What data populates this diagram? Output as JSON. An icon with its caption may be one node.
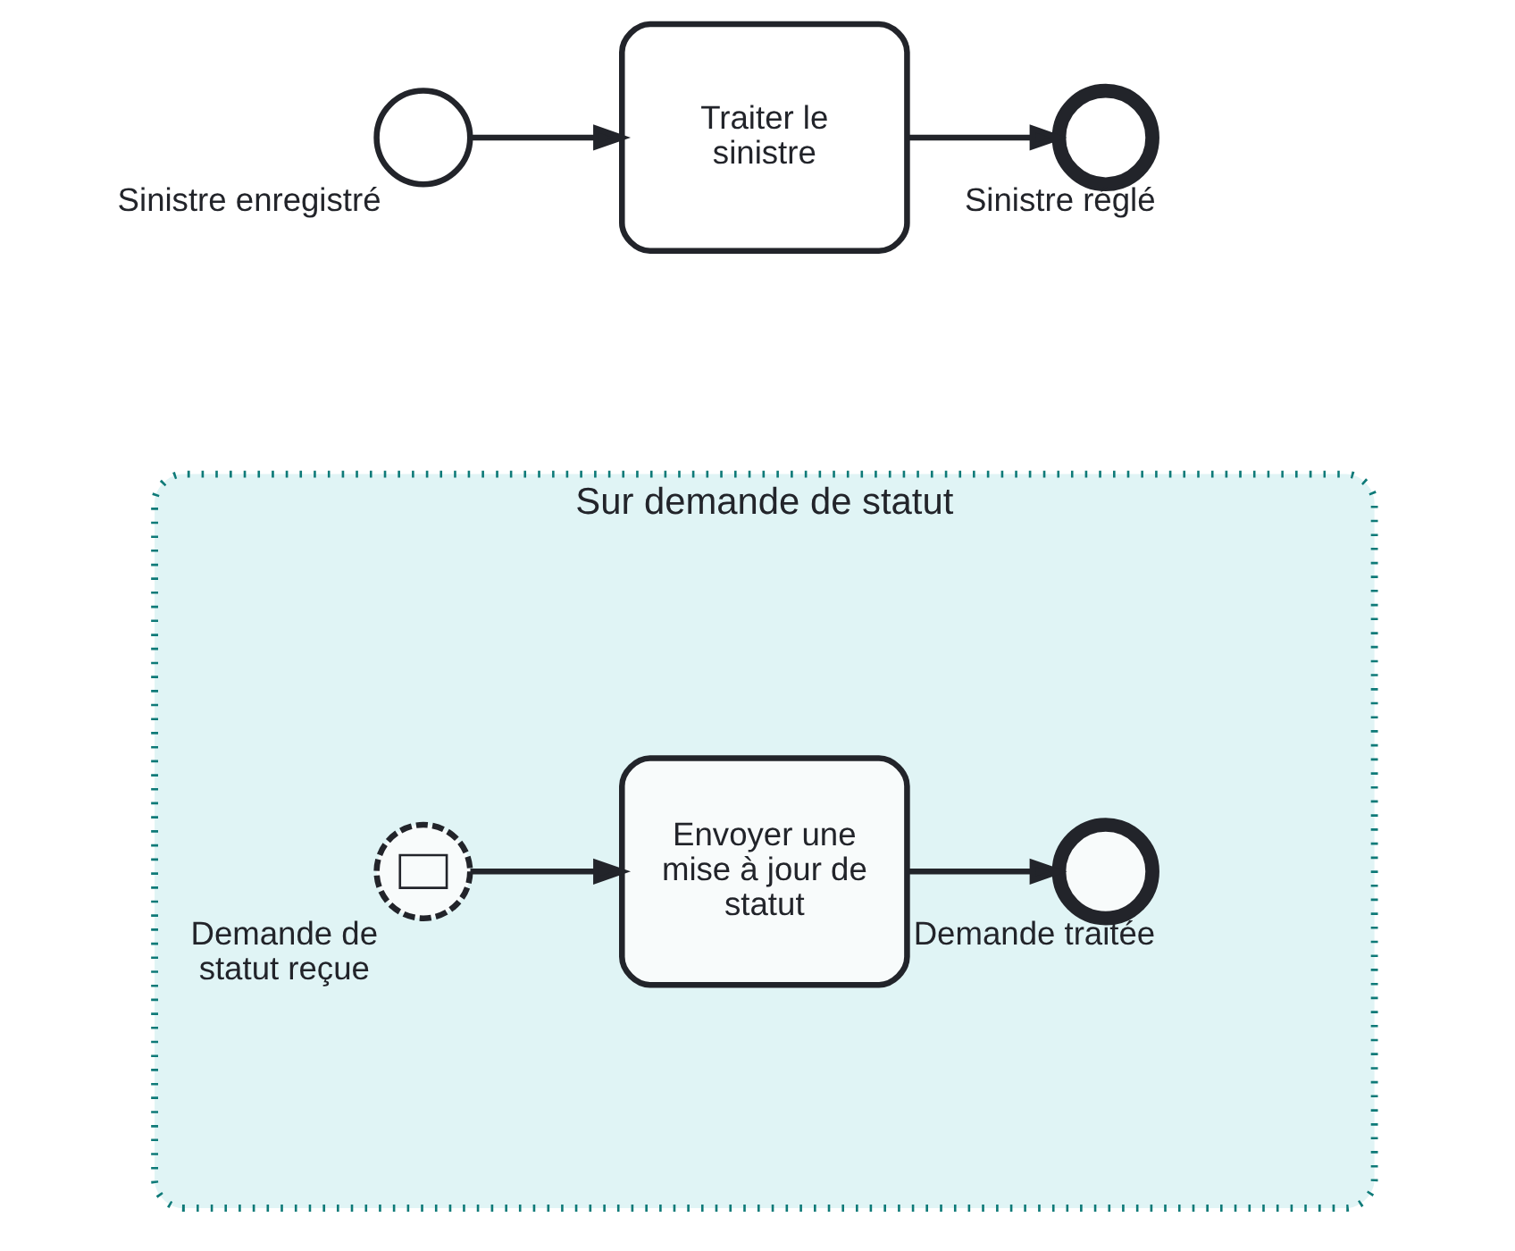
{
  "diagram": {
    "nodes": [
      {
        "text": [],
        "shape": "circle",
        "beside": [
          "Sinistre enregistré"
        ]
      },
      {
        "text": [
          "Traiter le sinistre"
        ]
      },
      {
        "text": [],
        "shape": "circle",
        "beside": [
          "Sinistre réglé"
        ]
      },
      {
        "text": [
          "Sur demande de statut"
        ]
      },
      {
        "text": [],
        "shape": "circle",
        "in": 3,
        "beside": [
          "Demande de statut reçue"
        ]
      },
      {
        "text": [
          "Envoyer une mise à jour de statut"
        ],
        "in": 3
      },
      {
        "text": [],
        "shape": "circle",
        "in": 3,
        "beside": [
          "Demande traitée"
        ]
      }
    ],
    "edges": [
      {
        "from": 0,
        "to": 1,
        "arrow": "to"
      },
      {
        "from": 1,
        "to": 2,
        "arrow": "to"
      },
      {
        "from": 4,
        "to": 5,
        "arrow": "to"
      },
      {
        "from": 5,
        "to": 6,
        "arrow": "to"
      }
    ]
  }
}
